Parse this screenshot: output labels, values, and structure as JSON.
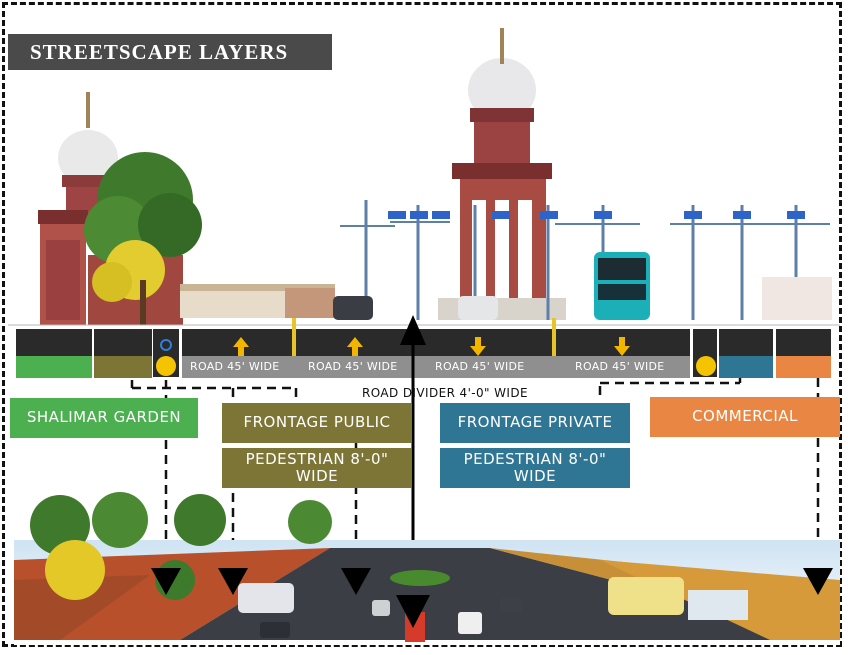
{
  "title": "STREETSCAPE LAYERS",
  "road_labels": [
    "ROAD 45' WIDE",
    "ROAD 45' WIDE",
    "ROAD 45' WIDE",
    "ROAD 45' WIDE"
  ],
  "divider_label": "ROAD DIVIDER 4'-0\" WIDE",
  "zones": {
    "shalimar": "SHALIMAR GARDEN",
    "frontage_public": "FRONTAGE PUBLIC",
    "pedestrian_public": "PEDESTRIAN 8'-0\" WIDE",
    "frontage_private": "FRONTAGE PRIVATE",
    "pedestrian_private": "PEDESTRIAN 8'-0\" WIDE",
    "commercial": "COMMERCIAL"
  },
  "colors": {
    "shalimar": "#4caf50",
    "frontage_public": "#7d7536",
    "frontage_private": "#2f7694",
    "commercial": "#ea8643",
    "road": "#2a2a2a",
    "road_strip": "#8f8f8f",
    "arrow": "#f2b600"
  }
}
